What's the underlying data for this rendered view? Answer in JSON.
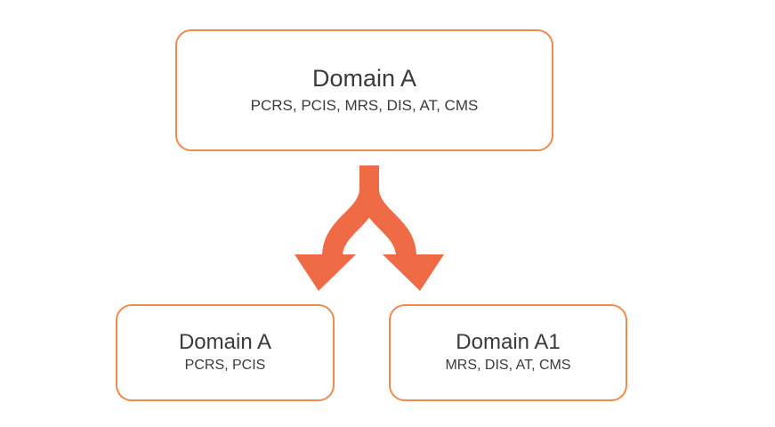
{
  "diagram": {
    "source": {
      "title": "Domain A",
      "modules": "PCRS, PCIS, MRS, DIS, AT, CMS"
    },
    "targets": [
      {
        "title": "Domain A",
        "modules": "PCRS, PCIS"
      },
      {
        "title": "Domain A1",
        "modules": "MRS, DIS, AT, CMS"
      }
    ],
    "connector": {
      "type": "split-arrow",
      "color": "#ee6b45"
    },
    "colors": {
      "box_border": "#ee8a4c",
      "text": "#3a3a3a",
      "background": "#ffffff"
    }
  }
}
